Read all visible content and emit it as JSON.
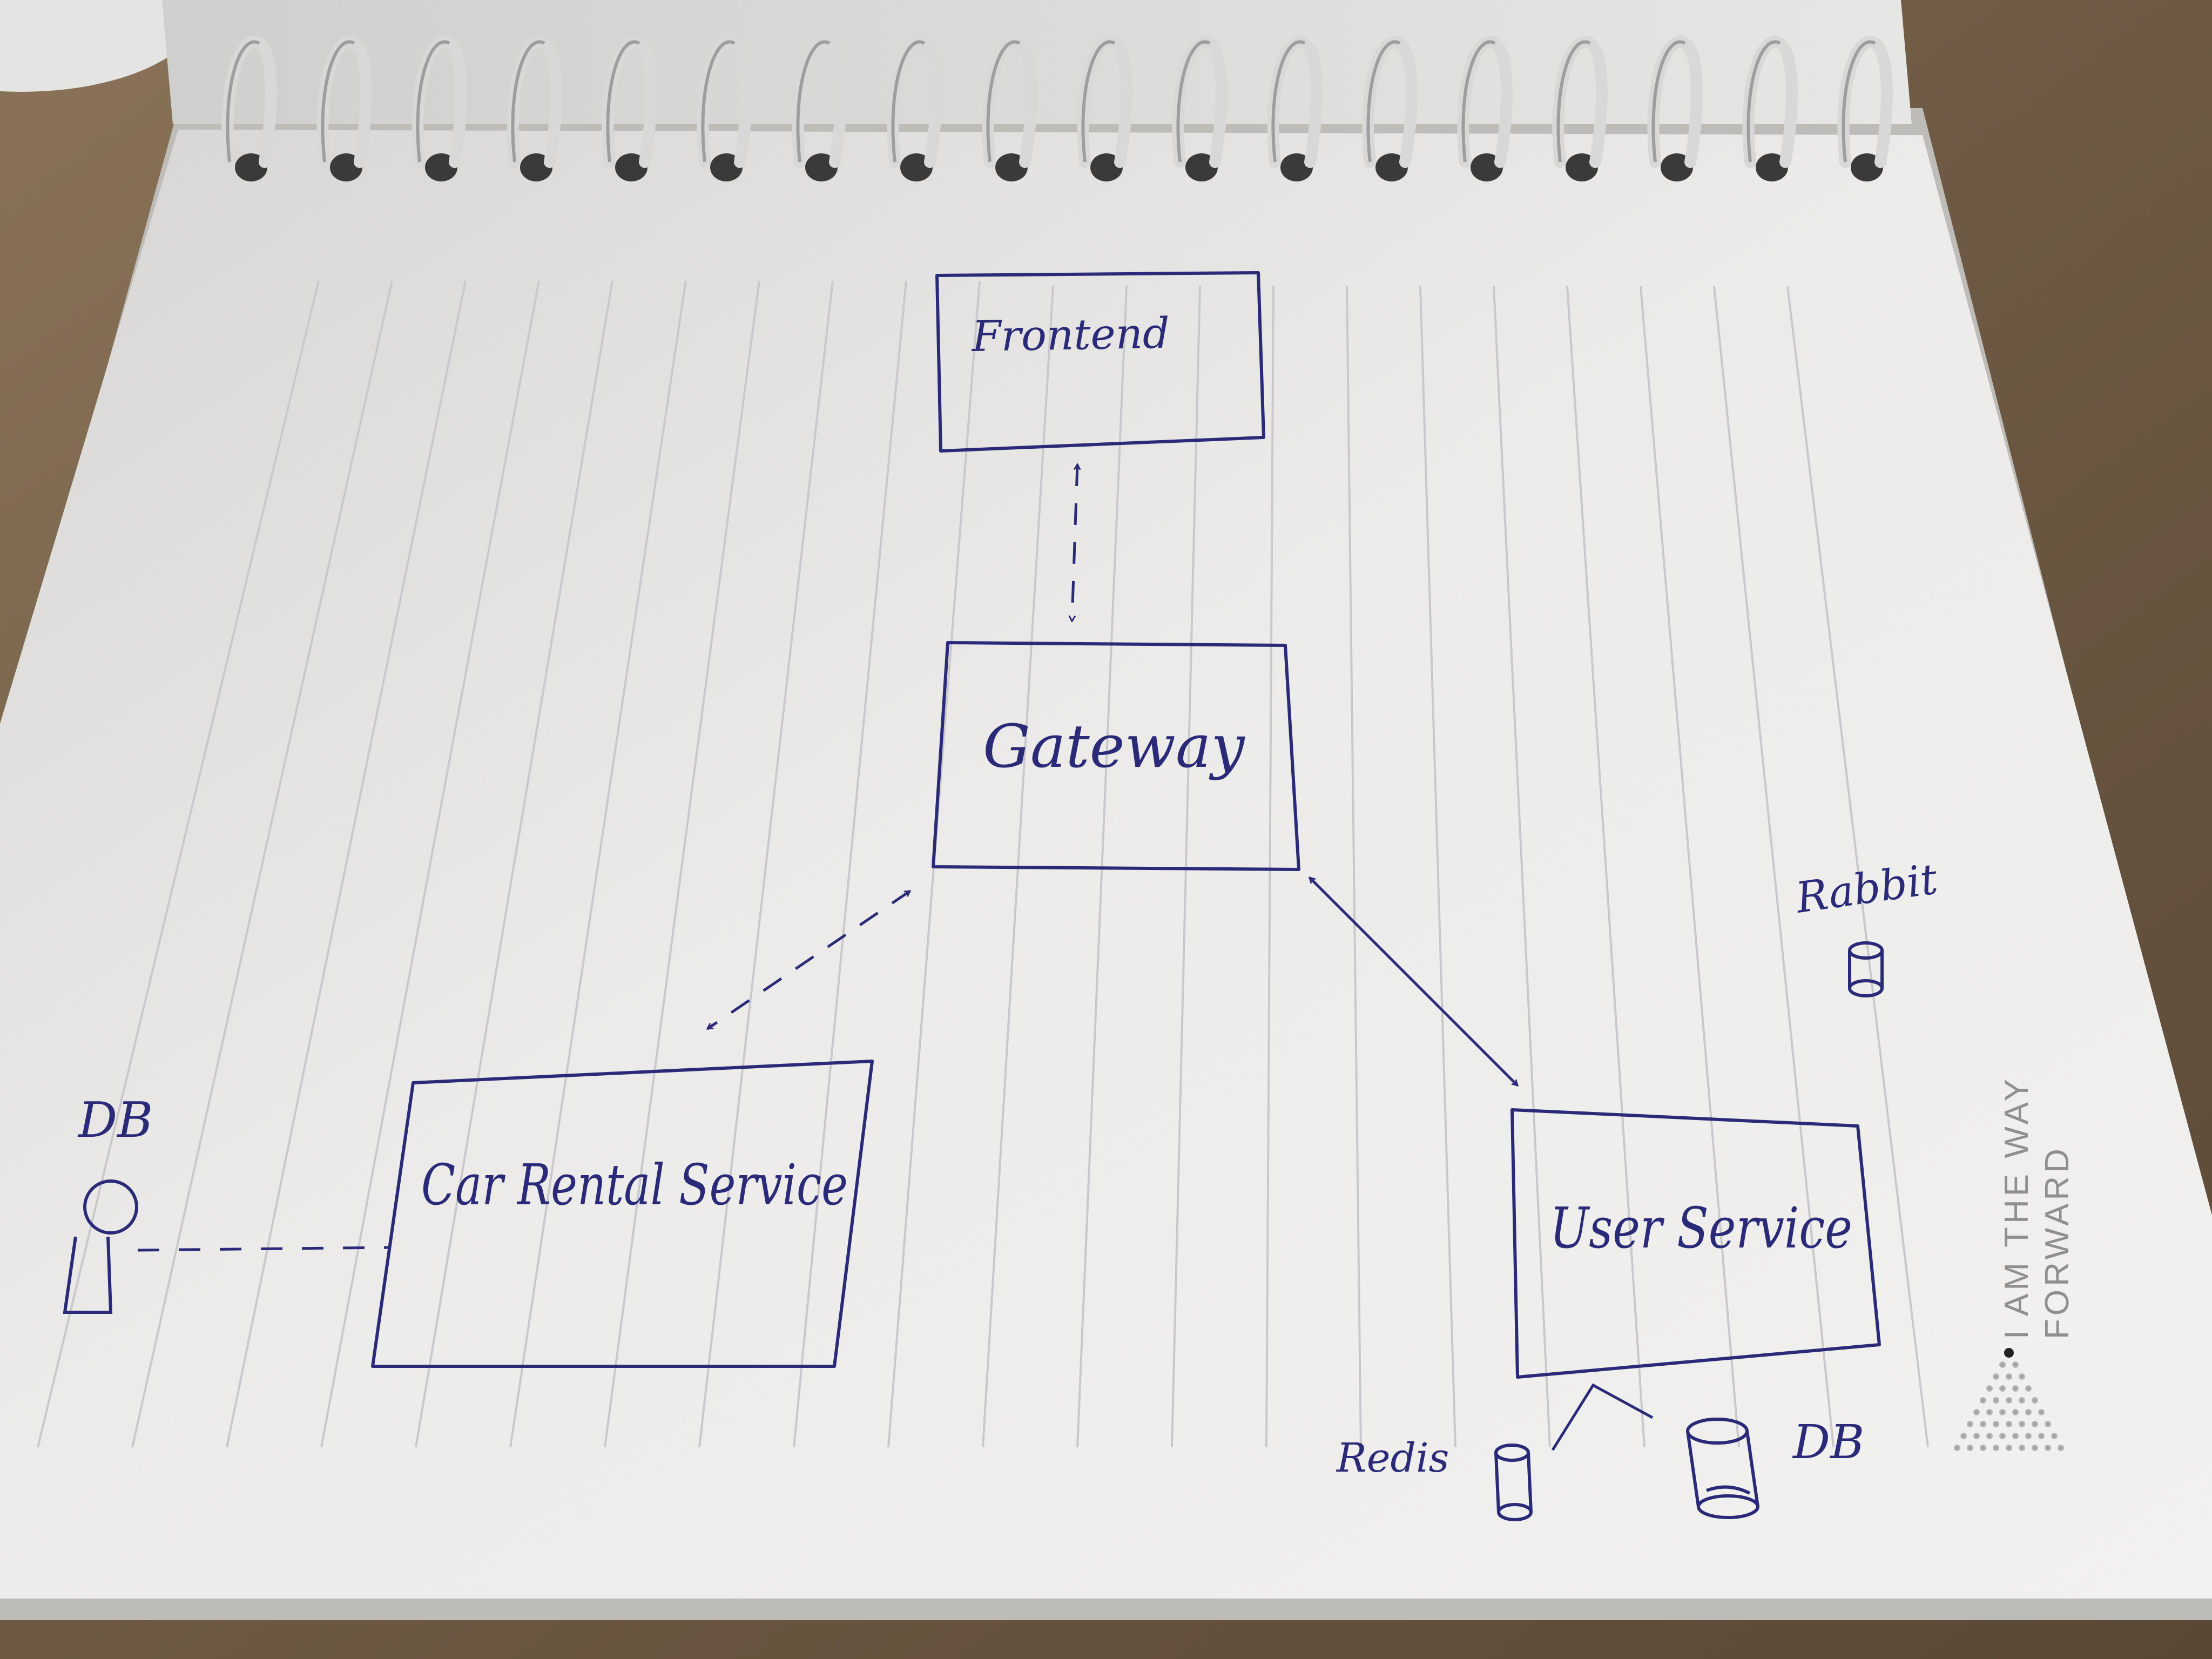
{
  "diagram": {
    "nodes": {
      "frontend": {
        "label": "Frontend"
      },
      "gateway": {
        "label": "Gateway"
      },
      "car_rental": {
        "label": "Car Rental Service"
      },
      "user_service": {
        "label": "User Service"
      }
    },
    "stores": {
      "car_db": {
        "label": "DB"
      },
      "rabbit": {
        "label": "Rabbit"
      },
      "redis": {
        "label": "Redis"
      },
      "user_db": {
        "label": "DB"
      }
    },
    "edges": [
      {
        "from": "frontend",
        "to": "gateway",
        "style": "dashed",
        "direction": "bidirectional"
      },
      {
        "from": "gateway",
        "to": "car_rental",
        "style": "dashed",
        "direction": "bidirectional"
      },
      {
        "from": "gateway",
        "to": "user_service",
        "style": "solid",
        "direction": "bidirectional"
      },
      {
        "from": "car_db",
        "to": "car_rental",
        "style": "dashed",
        "direction": "none"
      }
    ]
  },
  "notebook": {
    "brand_line1": "I AM THE WAY",
    "brand_line2": "FORWARD"
  },
  "colors": {
    "ink": "#2a2a78",
    "paper": "#e9e8e6",
    "desk": "#7a6650",
    "spiral": "#d8d8d8"
  }
}
